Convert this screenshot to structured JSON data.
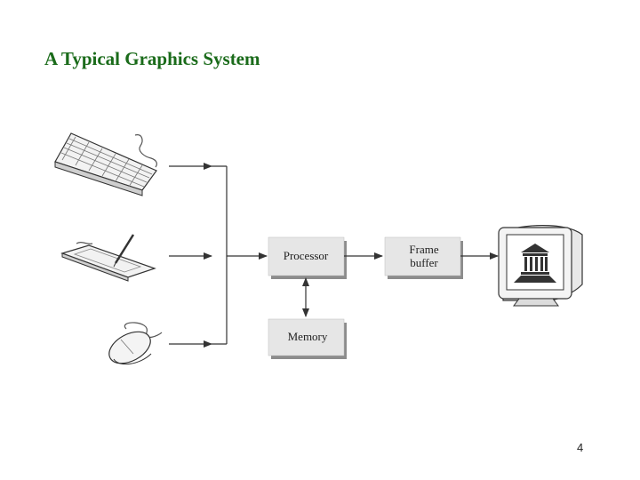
{
  "slide": {
    "title": "A Typical Graphics System",
    "page_number": "4"
  },
  "diagram": {
    "processor_label": "Processor",
    "frame_buffer_label_line1": "Frame",
    "frame_buffer_label_line2": "buffer",
    "memory_label": "Memory",
    "input_icons": [
      "keyboard-icon",
      "tablet-icon",
      "mouse-icon"
    ],
    "output_icon": "monitor-icon",
    "colors": {
      "title": "#1a6b1a",
      "box_fill": "#e6e6e6",
      "box_shadow": "#8c8c8c",
      "line": "#333333"
    }
  }
}
